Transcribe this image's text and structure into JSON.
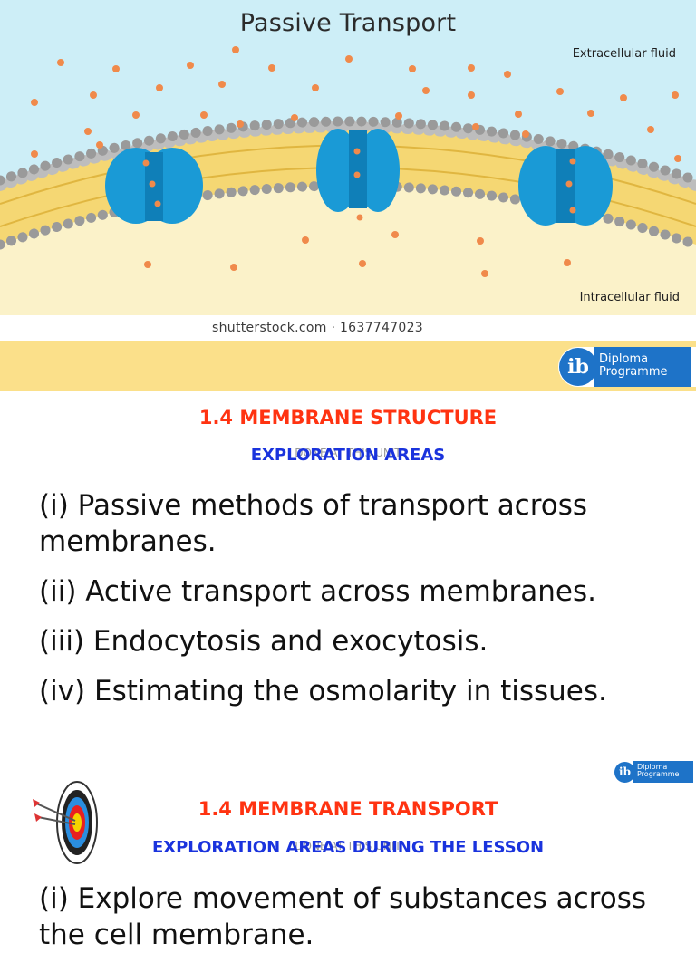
{
  "hero": {
    "title": "Passive Transport",
    "label_extracellular": "Extracellular fluid",
    "label_intracellular": "Intracellular fluid",
    "watermark": "shutterstock.com · 1637747023"
  },
  "logo": {
    "mark": "ib",
    "line1": "Diploma",
    "line2": "Programme"
  },
  "section1": {
    "title": "1.4 MEMBRANE STRUCTURE",
    "subtitle": "EXPLORATION AREAS",
    "overlay": "DONE AT THIS UNIT",
    "items": [
      "(i) Passive methods of transport across membranes.",
      "(ii) Active transport across membranes.",
      "(iii) Endocytosis and exocytosis.",
      "(iv) Estimating the osmolarity in tissues."
    ]
  },
  "section2": {
    "title": "1.4 MEMBRANE TRANSPORT",
    "subtitle": "EXPLORATION AREAS DURING THE LESSON",
    "overlay": "DONE AT THIS UNIT",
    "items": [
      "(i) Explore movement of substances across the cell membrane."
    ]
  },
  "colors": {
    "band": "#fbe08a",
    "heading_red": "#ff3311",
    "heading_blue": "#1a33dd",
    "ib_blue": "#1e73c8"
  },
  "icons": [
    "target-icon",
    "ib-logo-icon"
  ]
}
